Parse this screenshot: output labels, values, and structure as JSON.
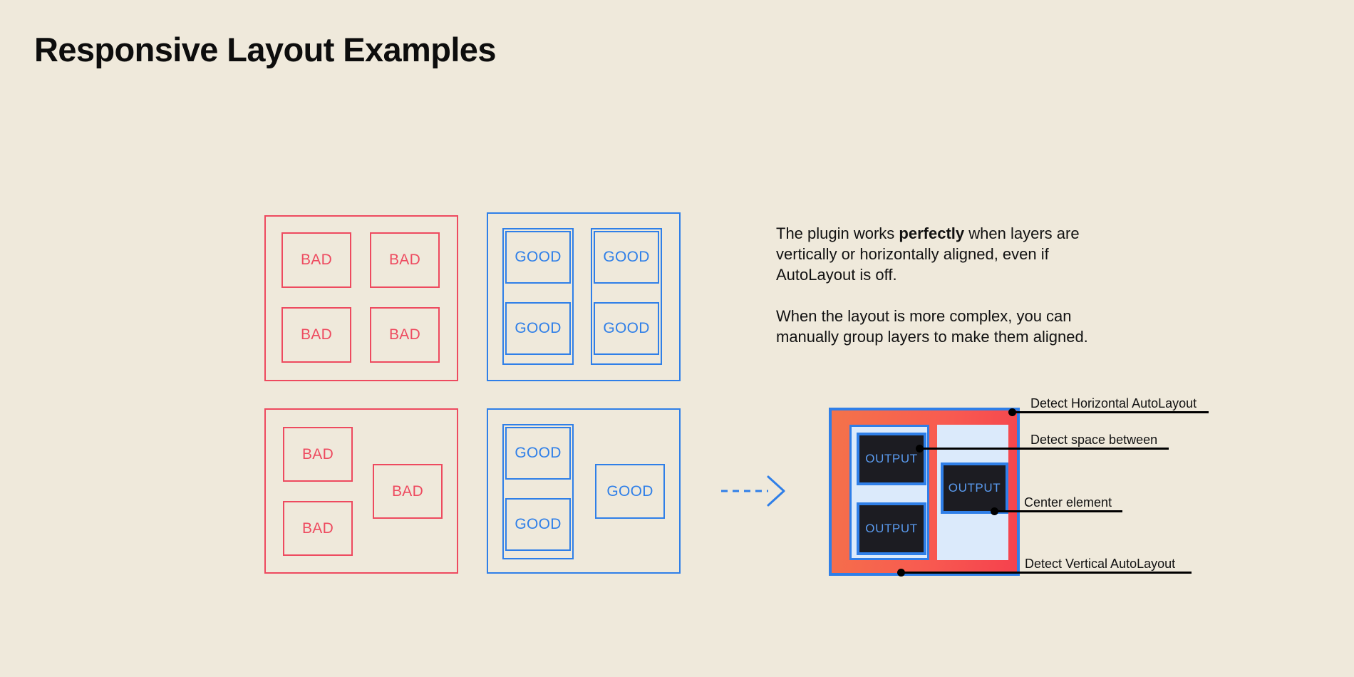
{
  "page": {
    "title": "Responsive Layout Examples",
    "background_color": "#efe9db",
    "bad_color": "#ee4a5f",
    "good_color": "#2f7fe8",
    "text_color": "#111111"
  },
  "examples": {
    "bad_grid": {
      "label": "bad-aligned-grid",
      "cells": [
        {
          "text": "BAD"
        },
        {
          "text": "BAD"
        },
        {
          "text": "BAD"
        },
        {
          "text": "BAD"
        }
      ]
    },
    "good_grid": {
      "label": "good-aligned-grid",
      "cells": [
        {
          "text": "GOOD"
        },
        {
          "text": "GOOD"
        },
        {
          "text": "GOOD"
        },
        {
          "text": "GOOD"
        }
      ]
    },
    "bad_complex": {
      "label": "bad-complex-layout",
      "cells": [
        {
          "text": "BAD"
        },
        {
          "text": "BAD"
        },
        {
          "text": "BAD"
        }
      ]
    },
    "good_complex": {
      "label": "good-complex-layout",
      "cells": [
        {
          "text": "GOOD"
        },
        {
          "text": "GOOD"
        },
        {
          "text": "GOOD"
        }
      ]
    }
  },
  "copy": {
    "paragraph_1_before": "The plugin works ",
    "paragraph_1_bold": "perfectly",
    "paragraph_1_after": " when layers are vertically or horizontally aligned, even if AutoLayout is off.",
    "paragraph_2": "When the layout is more complex, you can manually group layers to make them aligned."
  },
  "arrow": {
    "name": "dashed-right-arrow",
    "color": "#2f7fe8"
  },
  "diagram": {
    "frame_border_color": "#2f7fe8",
    "frame_fill_color": "#f85b50",
    "column_fill_color": "#dbeafb",
    "output_fill_color": "#1c1c22",
    "output_text_color": "#5a9bf0",
    "outputs": [
      {
        "text": "OUTPUT"
      },
      {
        "text": "OUTPUT"
      },
      {
        "text": "OUTPUT"
      }
    ],
    "annotations": [
      {
        "text": "Detect Horizontal AutoLayout"
      },
      {
        "text": "Detect space between"
      },
      {
        "text": "Center element"
      },
      {
        "text": "Detect Vertical AutoLayout"
      }
    ]
  }
}
